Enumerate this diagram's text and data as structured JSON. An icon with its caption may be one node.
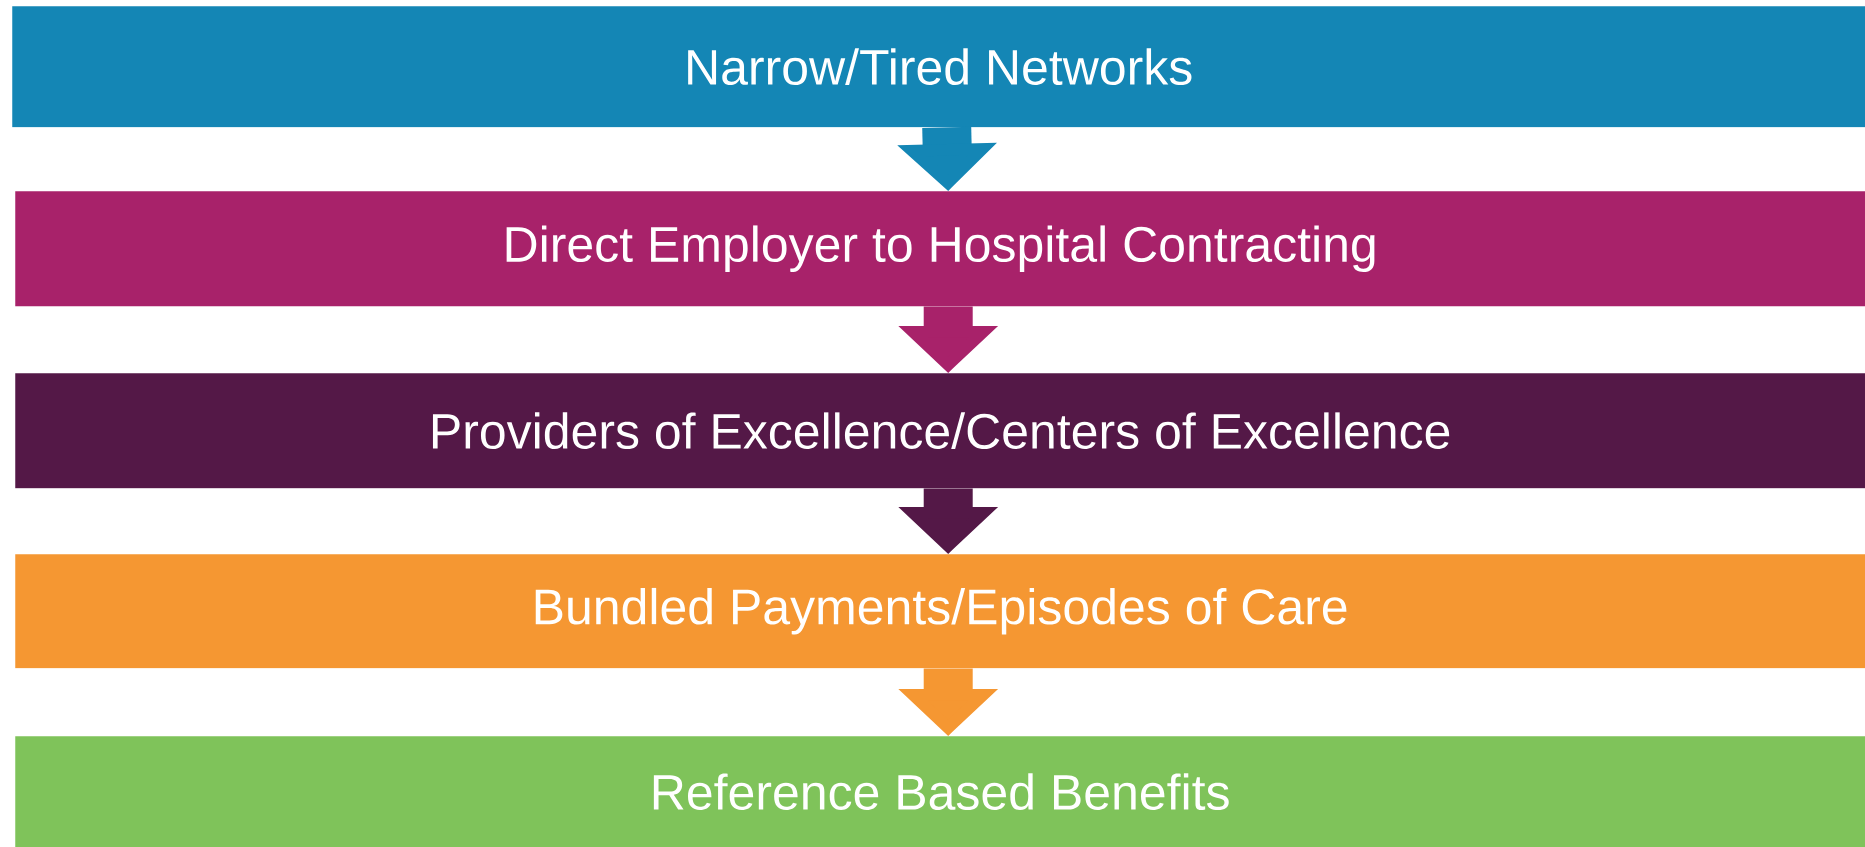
{
  "diagram": {
    "nodes": [
      {
        "text": [
          "Narrow/Tired Networks"
        ]
      },
      {
        "text": [
          "Direct Employer to Hospital Contracting"
        ]
      },
      {
        "text": [
          "Providers of Excellence/Centers of Excellence"
        ]
      },
      {
        "text": [
          "Bundled Payments/Episodes of Care"
        ]
      },
      {
        "text": [
          "Reference Based Benefits"
        ]
      }
    ],
    "edges": [
      {
        "from": 0,
        "to": 1,
        "arrow": "to",
        "color": "#1486b5"
      },
      {
        "from": 1,
        "to": 2,
        "arrow": "to",
        "color": "#a8226a"
      },
      {
        "from": 2,
        "to": 3,
        "arrow": "to",
        "color": "#541847"
      },
      {
        "from": 3,
        "to": 4,
        "arrow": "to",
        "color": "#f59732"
      }
    ]
  }
}
